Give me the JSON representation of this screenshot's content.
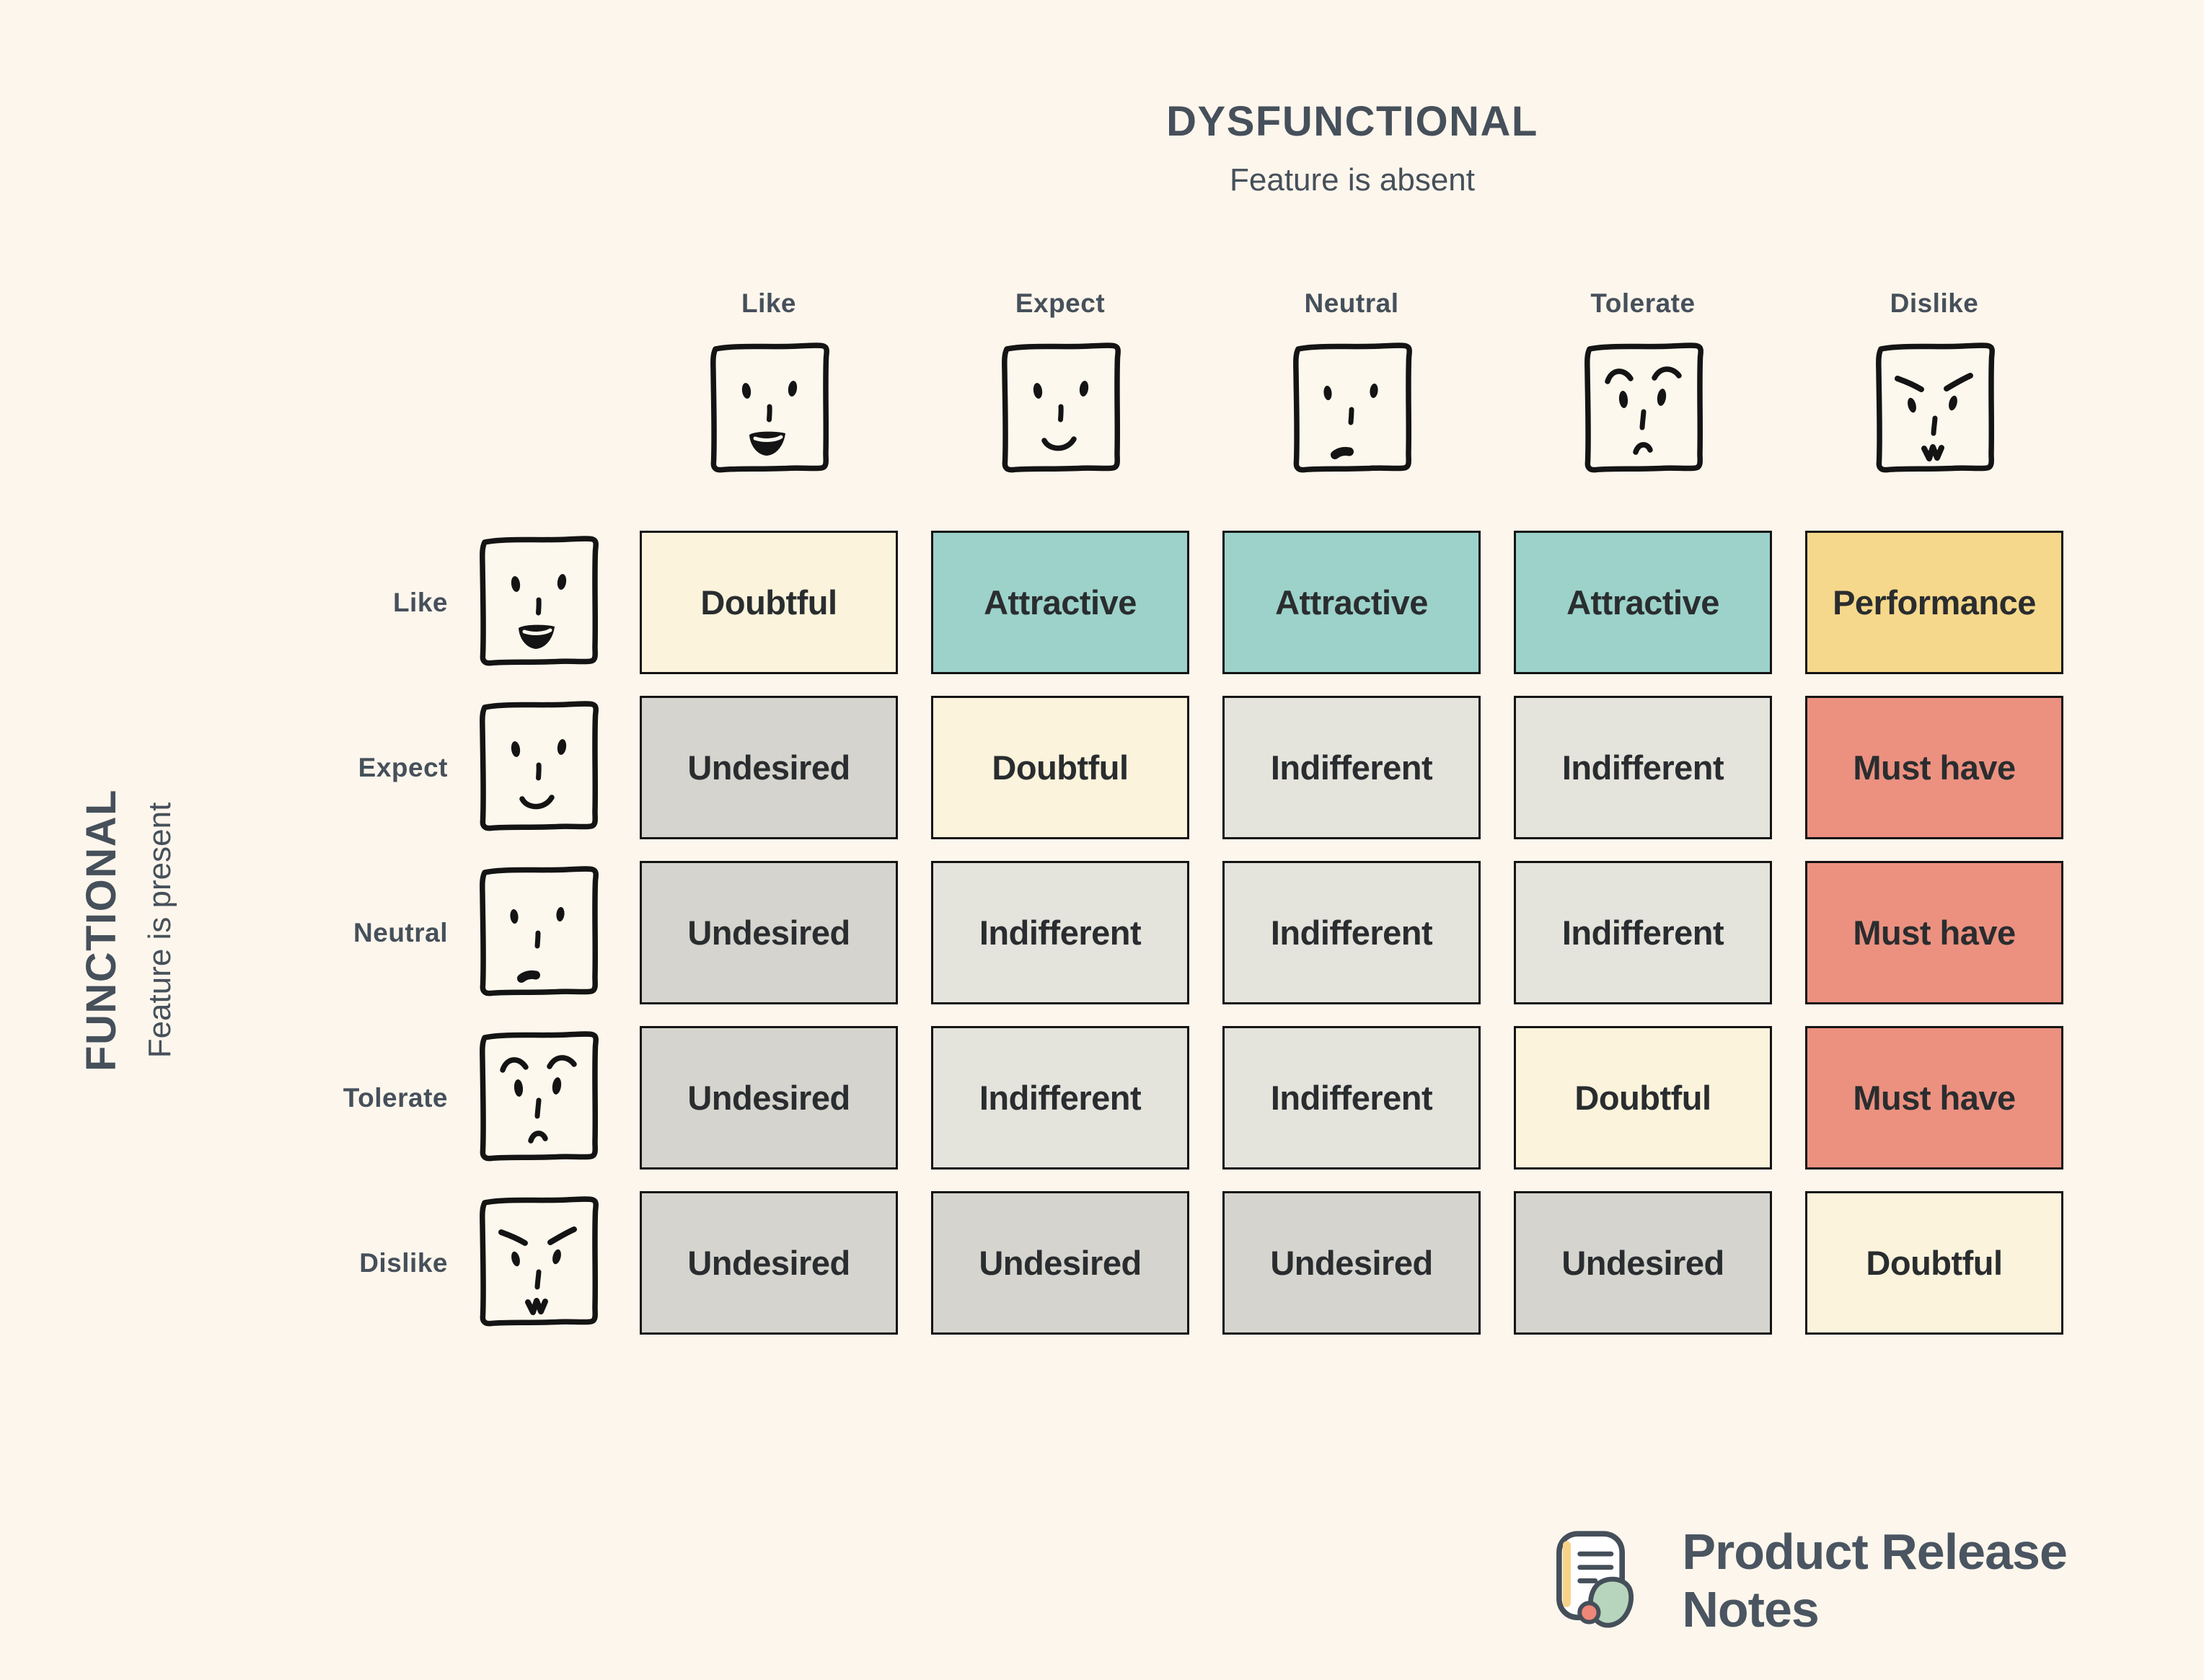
{
  "top_axis": {
    "title": "DYSFUNCTIONAL",
    "subtitle": "Feature is absent"
  },
  "left_axis": {
    "title": "FUNCTIONAL",
    "subtitle": "Feature is present"
  },
  "columns": [
    {
      "label": "Like",
      "face": "happy"
    },
    {
      "label": "Expect",
      "face": "smile"
    },
    {
      "label": "Neutral",
      "face": "neutral"
    },
    {
      "label": "Tolerate",
      "face": "annoyed"
    },
    {
      "label": "Dislike",
      "face": "angry"
    }
  ],
  "rows": [
    {
      "label": "Like",
      "face": "happy"
    },
    {
      "label": "Expect",
      "face": "smile"
    },
    {
      "label": "Neutral",
      "face": "neutral"
    },
    {
      "label": "Tolerate",
      "face": "annoyed"
    },
    {
      "label": "Dislike",
      "face": "angry"
    }
  ],
  "matrix": [
    [
      "Doubtful",
      "Attractive",
      "Attractive",
      "Attractive",
      "Performance"
    ],
    [
      "Undesired",
      "Doubtful",
      "Indifferent",
      "Indifferent",
      "Must have"
    ],
    [
      "Undesired",
      "Indifferent",
      "Indifferent",
      "Indifferent",
      "Must have"
    ],
    [
      "Undesired",
      "Indifferent",
      "Indifferent",
      "Doubtful",
      "Must have"
    ],
    [
      "Undesired",
      "Undesired",
      "Undesired",
      "Undesired",
      "Doubtful"
    ]
  ],
  "category_colors": {
    "Doubtful": "#fbf3dc",
    "Attractive": "#9cd2ca",
    "Performance": "#f6d88c",
    "Indifferent": "#e4e3dc",
    "Undesired": "#d5d4ce",
    "Must have": "#ec9180"
  },
  "colors": {
    "background": "#fdf6ec",
    "heading": "#46505b",
    "cell_text": "#2a2d2f",
    "cell_border": "#141414",
    "face_fill": "#fdf8ee",
    "face_stroke": "#141414",
    "logo_text": "#4a5561",
    "logo_doc_stroke": "#454f5a",
    "logo_doc_fill": "#ffffff",
    "logo_accent_yellow": "#f7d388",
    "logo_accent_green": "#b7d5bc",
    "logo_accent_salmon": "#ef8778"
  },
  "footer": {
    "brand": "Product Release Notes"
  }
}
